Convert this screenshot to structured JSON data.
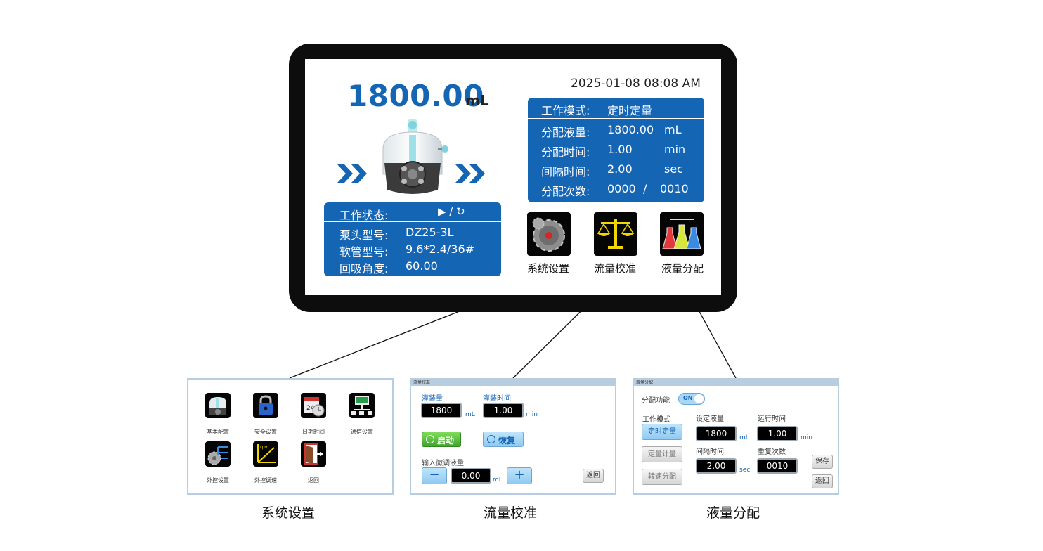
{
  "main_screen": {
    "volume": "1800.00",
    "volume_unit": "mL",
    "datetime": "2025-01-08 08:08 AM",
    "params": {
      "mode_label": "工作模式:",
      "mode_value": "定时定量",
      "rows": [
        {
          "label": "分配液量:",
          "value": "1800.00",
          "unit": "mL"
        },
        {
          "label": "分配时间:",
          "value": "1.00",
          "unit": "min"
        },
        {
          "label": "间隔时间:",
          "value": "2.00",
          "unit": "sec"
        },
        {
          "label": "分配次数:",
          "value": "0000",
          "unit": "0010",
          "sep": "/"
        }
      ]
    },
    "status": {
      "label": "工作状态:",
      "icons": "▶ / ↻",
      "rows": [
        {
          "label": "泵头型号:",
          "value": "DZ25-3L"
        },
        {
          "label": "软管型号:",
          "value": "9.6*2.4/36#"
        },
        {
          "label": "回吸角度:",
          "value": "60.00"
        }
      ]
    },
    "menu": [
      {
        "label": "系统设置",
        "icon": "gear-icon"
      },
      {
        "label": "流量校准",
        "icon": "balance-scale-icon"
      },
      {
        "label": "液量分配",
        "icon": "flasks-icon"
      }
    ]
  },
  "system_panel": {
    "items": [
      {
        "label": "基本配置",
        "icon": "basic-config-icon"
      },
      {
        "label": "安全设置",
        "icon": "lock-icon"
      },
      {
        "label": "日期时间",
        "icon": "calendar-clock-icon"
      },
      {
        "label": "通信设置",
        "icon": "network-icon"
      },
      {
        "label": "外控设置",
        "icon": "external-control-icon"
      },
      {
        "label": "外控调速",
        "icon": "speed-graph-icon"
      },
      {
        "label": "返回",
        "icon": "exit-door-icon"
      }
    ],
    "caption": "系统设置"
  },
  "calibration_panel": {
    "title": "流量校准",
    "fill_volume_label": "灌装量",
    "fill_volume": "1800",
    "fill_volume_unit": "mL",
    "fill_time_label": "灌装时间",
    "fill_time": "1.00",
    "fill_time_unit": "min",
    "start_label": "启动",
    "restore_label": "恢复",
    "fine_tune_label": "输入微调液量",
    "fine_tune_value": "0.00",
    "fine_tune_unit": "mL",
    "minus": "−",
    "plus": "+",
    "back_label": "返回",
    "caption": "流量校准"
  },
  "dispense_panel": {
    "title": "液量分配",
    "function_label": "分配功能",
    "toggle_label": "ON",
    "mode_label": "工作模式",
    "modes": [
      "定时定量",
      "定量计量",
      "转速分配"
    ],
    "set_volume_label": "设定液量",
    "set_volume": "1800",
    "set_volume_unit": "mL",
    "run_time_label": "运行时间",
    "run_time": "1.00",
    "run_time_unit": "min",
    "interval_label": "间隔时间",
    "interval": "2.00",
    "interval_unit": "sec",
    "repeat_label": "重复次数",
    "repeat": "0010",
    "save_label": "保存",
    "back_label": "返回",
    "caption": "液量分配"
  },
  "colors": {
    "accent": "#1565b5",
    "device": "#0d0d0d",
    "panel_border": "#b8cde0"
  }
}
